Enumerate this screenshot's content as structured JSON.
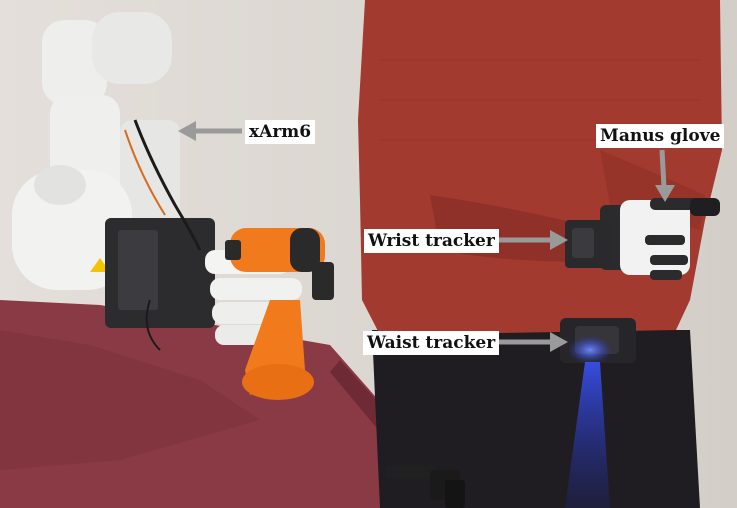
{
  "labels": {
    "xarm": "xArm6",
    "manus_glove": "Manus glove",
    "wrist_tracker": "Wrist tracker",
    "waist_tracker": "Waist tracker"
  },
  "colors": {
    "wall": "#ddd8d3",
    "tablecloth": "#8a3a44",
    "sweater": "#a33a2f",
    "trousers": "#1f1d22",
    "robot_white": "#eeeeec",
    "drill_orange": "#f07a1c",
    "arrow_gray": "#9a9a9a",
    "tracker_led": "#3a5cff"
  }
}
